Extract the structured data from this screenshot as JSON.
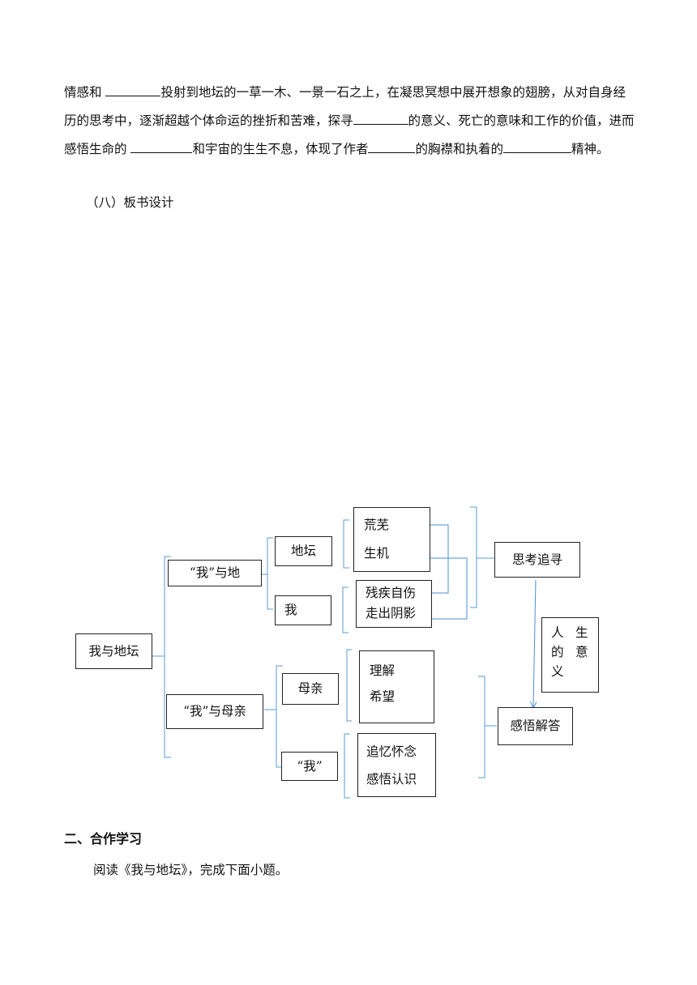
{
  "paragraph": {
    "p1": "情感和 ",
    "p2": "投射到地坛的一草一木、一景一石之上，在凝思冥想中展开想象的翅膀，从对自身经历的思考中，逐渐超越个体命运的挫折和苦难，探寻",
    "p3": "的意义、死亡的意味和工作的价值，进而感悟生命的 ",
    "p4": "和宇宙的生生不息，体现了作者",
    "p5": "的胸襟和执着的",
    "p6": "精神。"
  },
  "section8_title": "（八）板书设计",
  "diagram": {
    "root": "我与地坛",
    "branch1": "“我”与地",
    "branch2": "“我”与母亲",
    "ditan": "地坛",
    "wo": "我",
    "huangwu": "荒芜",
    "shengji": "生机",
    "canji": "残疾自伤",
    "zouchu": "走出阴影",
    "muqin": "母亲",
    "wo2": "“我”",
    "lijie": "理解",
    "xiwang": "希望",
    "zhuiyi": "追忆怀念",
    "ganwu": "感悟认识",
    "sikao": "思考追寻",
    "ganwujieda": "感悟解答",
    "rensheng": [
      "人",
      "生",
      "的",
      "意",
      "义"
    ]
  },
  "section2_title": "二、合作学习",
  "instruction": "阅读《我与地坛》，完成下面小题。"
}
